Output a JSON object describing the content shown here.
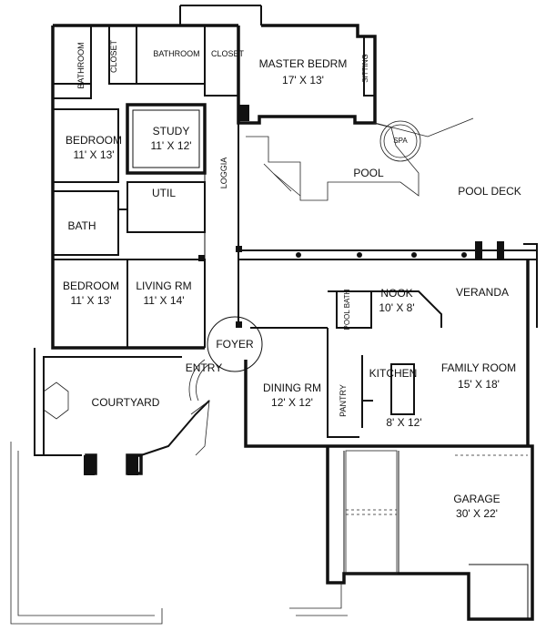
{
  "rooms": [
    {
      "id": "master",
      "name": "MASTER BEDRM",
      "size": "17' X 13'"
    },
    {
      "id": "closet1",
      "name": "CLOSET"
    },
    {
      "id": "closet2",
      "name": "CLOSET"
    },
    {
      "id": "bathroom1",
      "name": "BATHROOM"
    },
    {
      "id": "bathroom2",
      "name": "BATHROOM"
    },
    {
      "id": "sitting",
      "name": "SITTING"
    },
    {
      "id": "spa",
      "name": "SPA"
    },
    {
      "id": "pool",
      "name": "POOL"
    },
    {
      "id": "pooldeck",
      "name": "POOL DECK"
    },
    {
      "id": "bedroom1",
      "name": "BEDROOM",
      "size": "11' X 13'"
    },
    {
      "id": "study",
      "name": "STUDY",
      "size": "11' X 12'"
    },
    {
      "id": "loggia",
      "name": "LOGGIA"
    },
    {
      "id": "util",
      "name": "UTIL"
    },
    {
      "id": "bath",
      "name": "BATH"
    },
    {
      "id": "bedroom2",
      "name": "BEDROOM",
      "size": "11' X 13'"
    },
    {
      "id": "living",
      "name": "LIVING RM",
      "size": "11' X 14'"
    },
    {
      "id": "veranda",
      "name": "VERANDA"
    },
    {
      "id": "nook",
      "name": "NOOK",
      "size": "10' X 8'"
    },
    {
      "id": "poolbath",
      "name": "POOL BATH"
    },
    {
      "id": "foyer",
      "name": "FOYER"
    },
    {
      "id": "entry",
      "name": "ENTRY"
    },
    {
      "id": "courtyard",
      "name": "COURTYARD"
    },
    {
      "id": "dining",
      "name": "DINING RM",
      "size": "12' X 12'"
    },
    {
      "id": "kitchen",
      "name": "KITCHEN",
      "size": "8' X 12'"
    },
    {
      "id": "pantry",
      "name": "PANTRY"
    },
    {
      "id": "family",
      "name": "FAMILY ROOM",
      "size": "15' X 18'"
    },
    {
      "id": "garage",
      "name": "GARAGE",
      "size": "30' X 22'"
    }
  ]
}
